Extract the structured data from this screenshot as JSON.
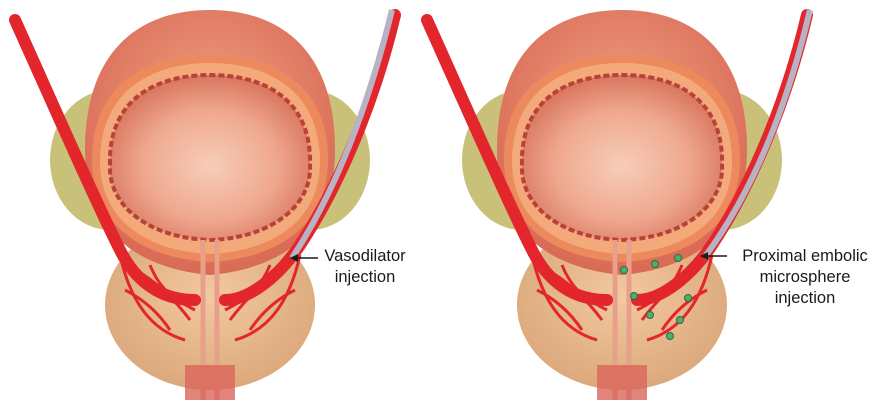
{
  "colors": {
    "artery": "#e2262c",
    "wall": "#e8836a",
    "lumen": "#f2b49c",
    "fat": "#c9c07a",
    "catheter": "#b8b2c4",
    "embolic_sphere": "#4caf6a"
  },
  "panels": [
    {
      "label_line1": "Vasodilator",
      "label_line2": "injection"
    },
    {
      "label_line1": "Proximal embolic",
      "label_line2": "microsphere",
      "label_line3": "injection"
    }
  ]
}
